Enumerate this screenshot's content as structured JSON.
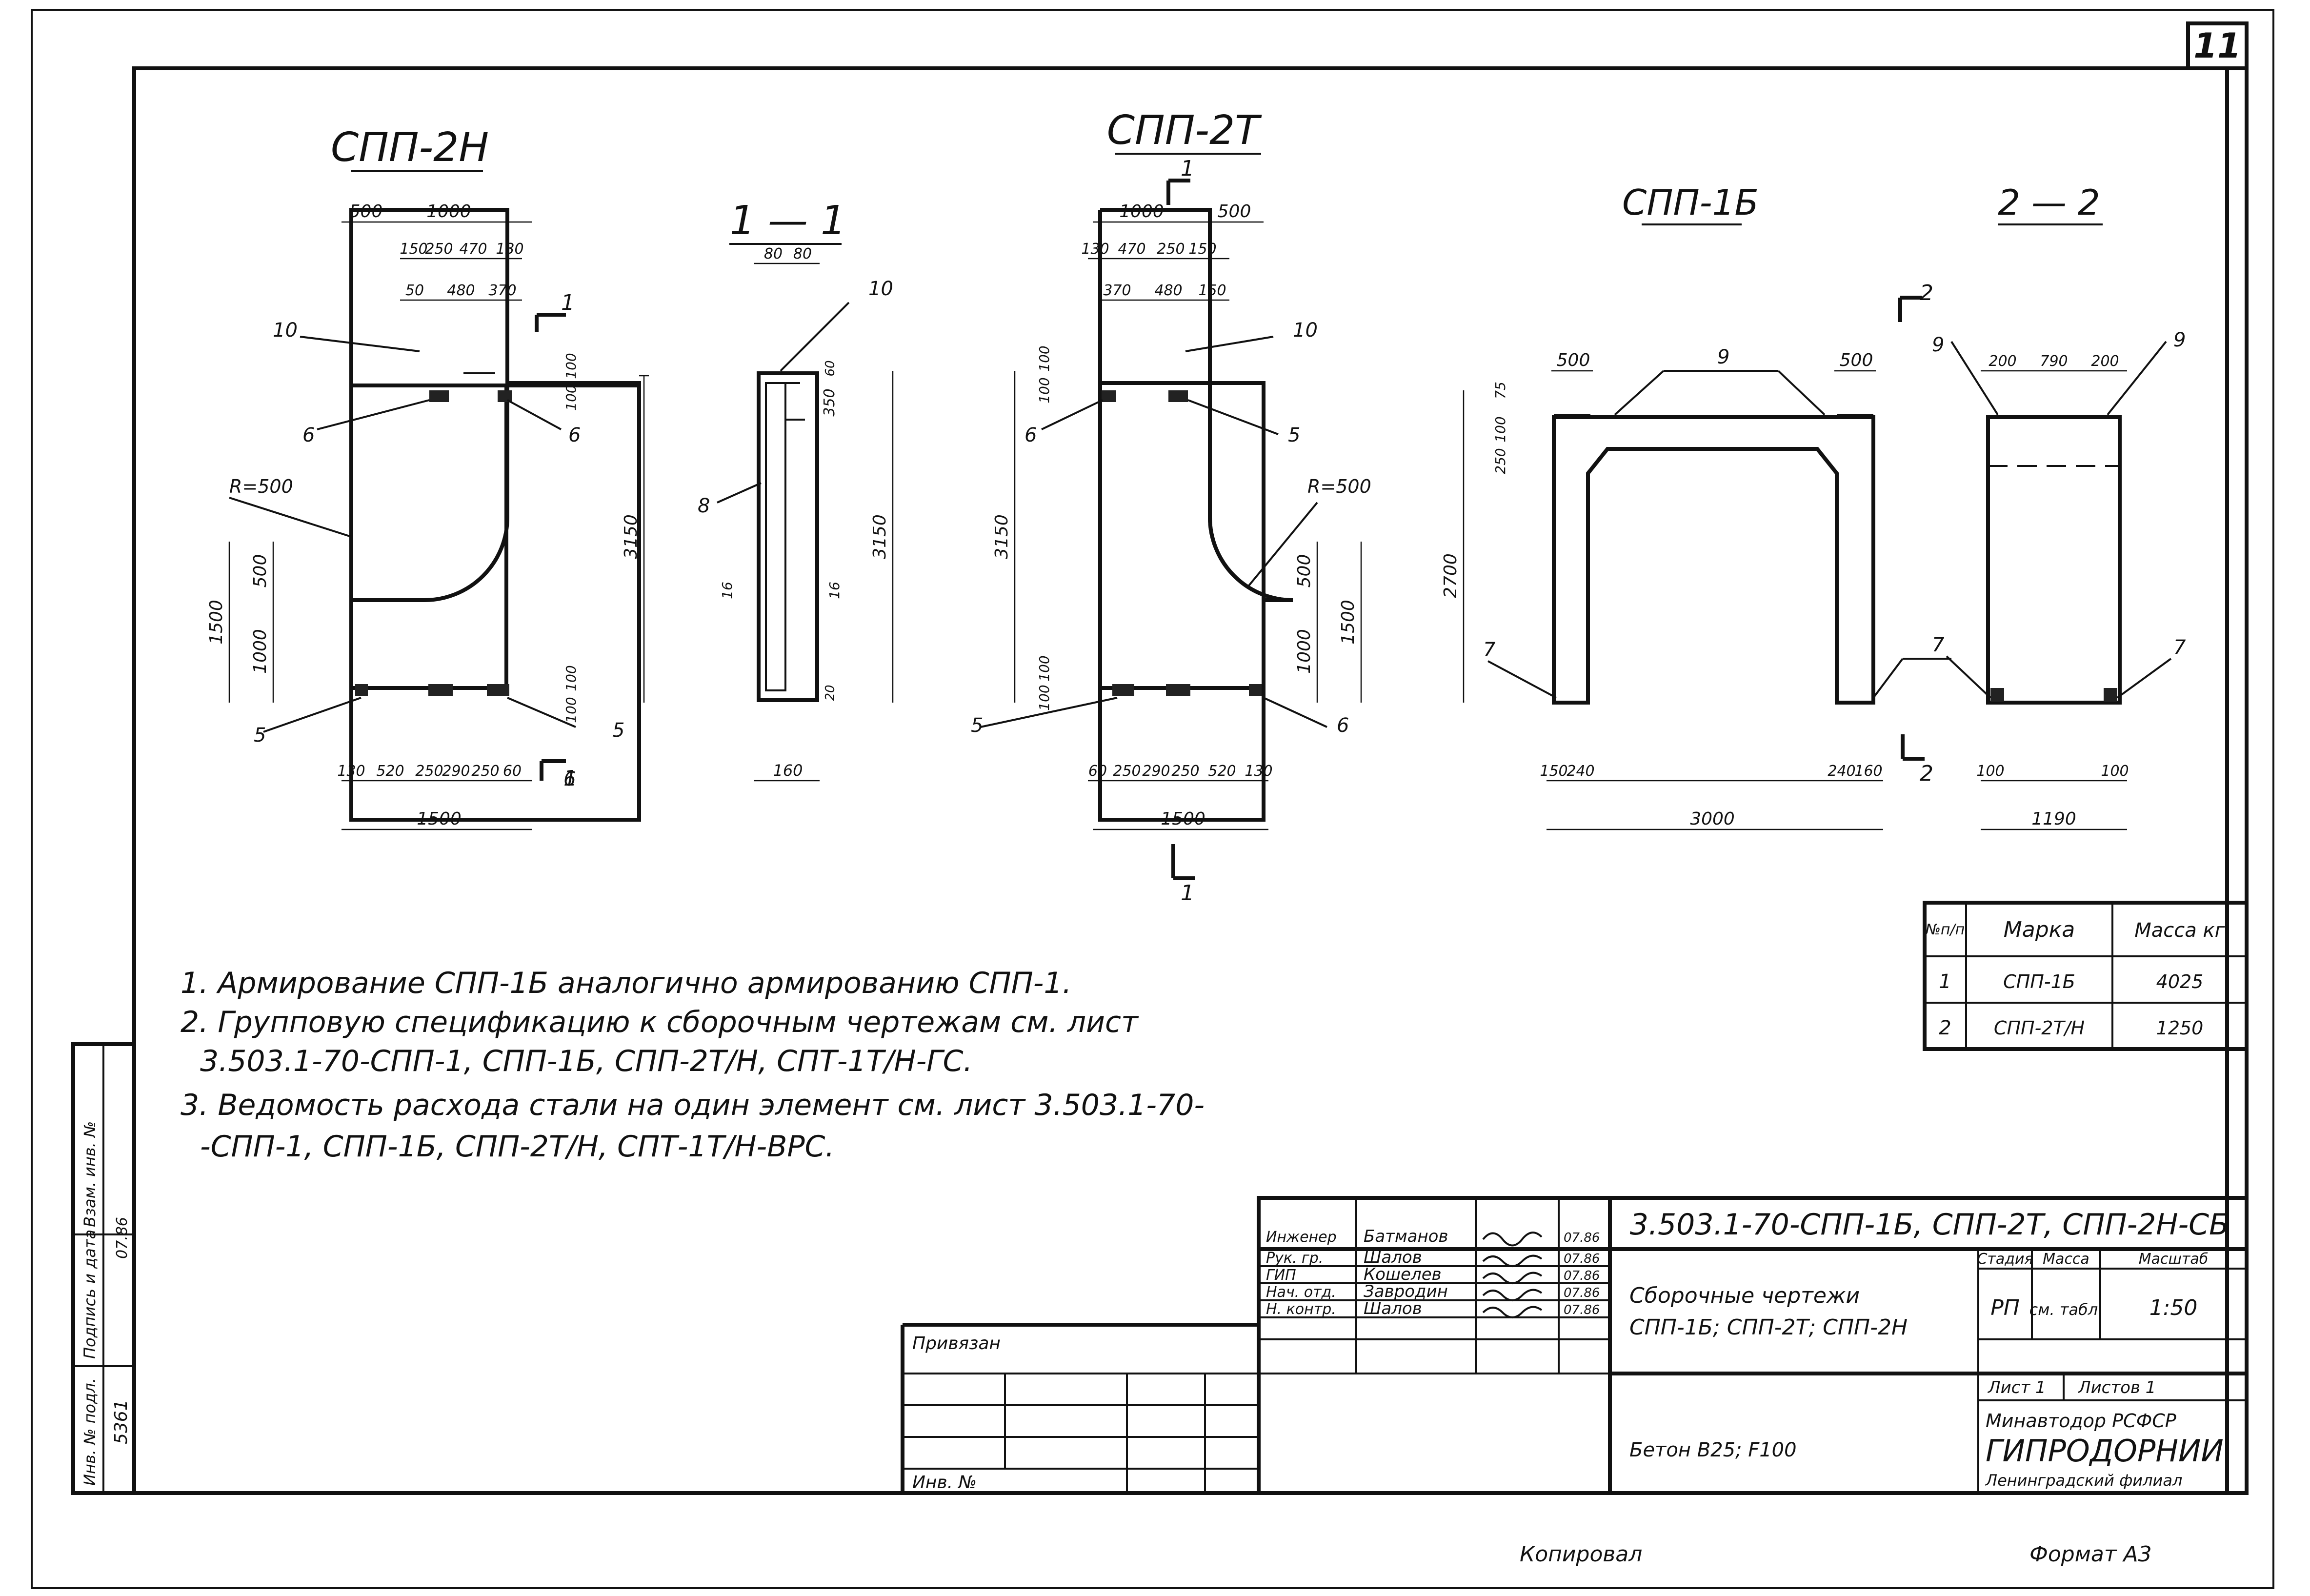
{
  "page_number": "11",
  "views": {
    "spp2n": {
      "title": "СПП-2Н",
      "dims_top": [
        "500",
        "1000"
      ],
      "dims_row2": [
        "150",
        "250",
        "470",
        "130"
      ],
      "dims_row3": [
        "50",
        "480",
        "370"
      ],
      "dims_bottom_row": [
        "130",
        "520",
        "250",
        "290",
        "250",
        "60"
      ],
      "dim_total_width": "1500",
      "radius": "R=500",
      "dims_left": [
        "1500",
        "500",
        "1000"
      ],
      "dim_right_height": "3150",
      "dims_right_top": [
        "100",
        "100"
      ],
      "dims_right_bottom": [
        "100",
        "100"
      ],
      "callouts": [
        "10",
        "6",
        "6",
        "5",
        "5",
        "6"
      ],
      "section_mark": "1"
    },
    "sec11": {
      "title": "1 — 1",
      "dims_top": [
        "80",
        "80"
      ],
      "dim_height": "3150",
      "dim_side": "350",
      "dim_mid_left": "16",
      "dim_mid_right": "16",
      "dim_bottom": "160",
      "callouts": [
        "10",
        "8"
      ],
      "small_dims": [
        "60",
        "20"
      ]
    },
    "spp2t": {
      "title": "СПП-2Т",
      "dims_top": [
        "1000",
        "500"
      ],
      "dims_row2": [
        "130",
        "470",
        "250",
        "150"
      ],
      "dims_row3": [
        "370",
        "480",
        "150"
      ],
      "dims_bottom_row": [
        "60",
        "250",
        "290",
        "250",
        "520",
        "130"
      ],
      "dim_total_width": "1500",
      "radius": "R=500",
      "dims_right": [
        "500",
        "1000",
        "1500"
      ],
      "dim_left_height": "3150",
      "dims_left_top": [
        "100",
        "100"
      ],
      "dims_left_bottom": [
        "100",
        "100"
      ],
      "callouts": [
        "10",
        "6",
        "5",
        "5",
        "6"
      ],
      "section_mark": "1"
    },
    "spp1b": {
      "title": "СПП-1Б",
      "dims_top": [
        "500",
        "500"
      ],
      "dims_left": [
        "75",
        "100",
        "250",
        "2700"
      ],
      "dims_bottom": [
        "150",
        "240",
        "240",
        "160"
      ],
      "dim_total_width": "3000",
      "callouts": [
        "9",
        "7",
        "7"
      ],
      "section_mark": "2"
    },
    "sec22": {
      "title": "2 — 2",
      "dims_top": [
        "200",
        "790",
        "200"
      ],
      "dims_bottom": [
        "100",
        "100"
      ],
      "dim_total_width": "1190",
      "callouts": [
        "9",
        "9",
        "7",
        "7"
      ]
    }
  },
  "mass_table": {
    "headers": [
      "№п/п",
      "Марка",
      "Масса кг"
    ],
    "rows": [
      [
        "1",
        "СПП-1Б",
        "4025"
      ],
      [
        "2",
        "СПП-2Т/Н",
        "1250"
      ]
    ]
  },
  "notes": [
    "1. Армирование СПП-1Б аналогично армированию СПП-1.",
    "2. Групповую спецификацию к сборочным чертежам см. лист",
    "3.503.1-70-СПП-1, СПП-1Б, СПП-2Т/Н, СПТ-1Т/Н-ГС.",
    "3. Ведомость расхода стали на один элемент см. лист 3.503.1-70-",
    "-СПП-1, СПП-1Б, СПП-2Т/Н, СПТ-1Т/Н-ВРС."
  ],
  "side_stamp": [
    "Инв. № подл.",
    "5361",
    "Подпись и дата",
    "07.86",
    "Взам. инв. №"
  ],
  "title_block": {
    "doc_code": "3.503.1-70-СПП-1Б, СПП-2Т, СПП-2Н-СБ",
    "signatures": [
      {
        "role": "Инженер",
        "name": "Батманов",
        "date": "07.86"
      },
      {
        "role": "Рук. гр.",
        "name": "Шалов",
        "date": "07.86"
      },
      {
        "role": "ГИП",
        "name": "Кошелев",
        "date": "07.86"
      },
      {
        "role": "Нач. отд.",
        "name": "Завродин",
        "date": "07.86"
      },
      {
        "role": "Н. контр.",
        "name": "Шалов",
        "date": "07.86"
      }
    ],
    "title": [
      "Сборочные чертежи",
      "СПП-1Б; СПП-2Т; СПП-2Н"
    ],
    "stage_label": "Стадия",
    "mass_label": "Масса",
    "scale_label": "Масштаб",
    "stage": "РП",
    "mass": "см. табл.",
    "scale": "1:50",
    "sheet_label": "Лист 1",
    "sheets_label": "Листов 1",
    "material": "Бетон B25; F100",
    "org1": "Минавтодор РСФСР",
    "org2": "ГИПРОДОРНИИ",
    "org3": "Ленинградский филиал",
    "privyazan": "Привязан",
    "inv_no": "Инв. №"
  },
  "footer": {
    "copied": "Копировал",
    "format": "Формат А3"
  }
}
